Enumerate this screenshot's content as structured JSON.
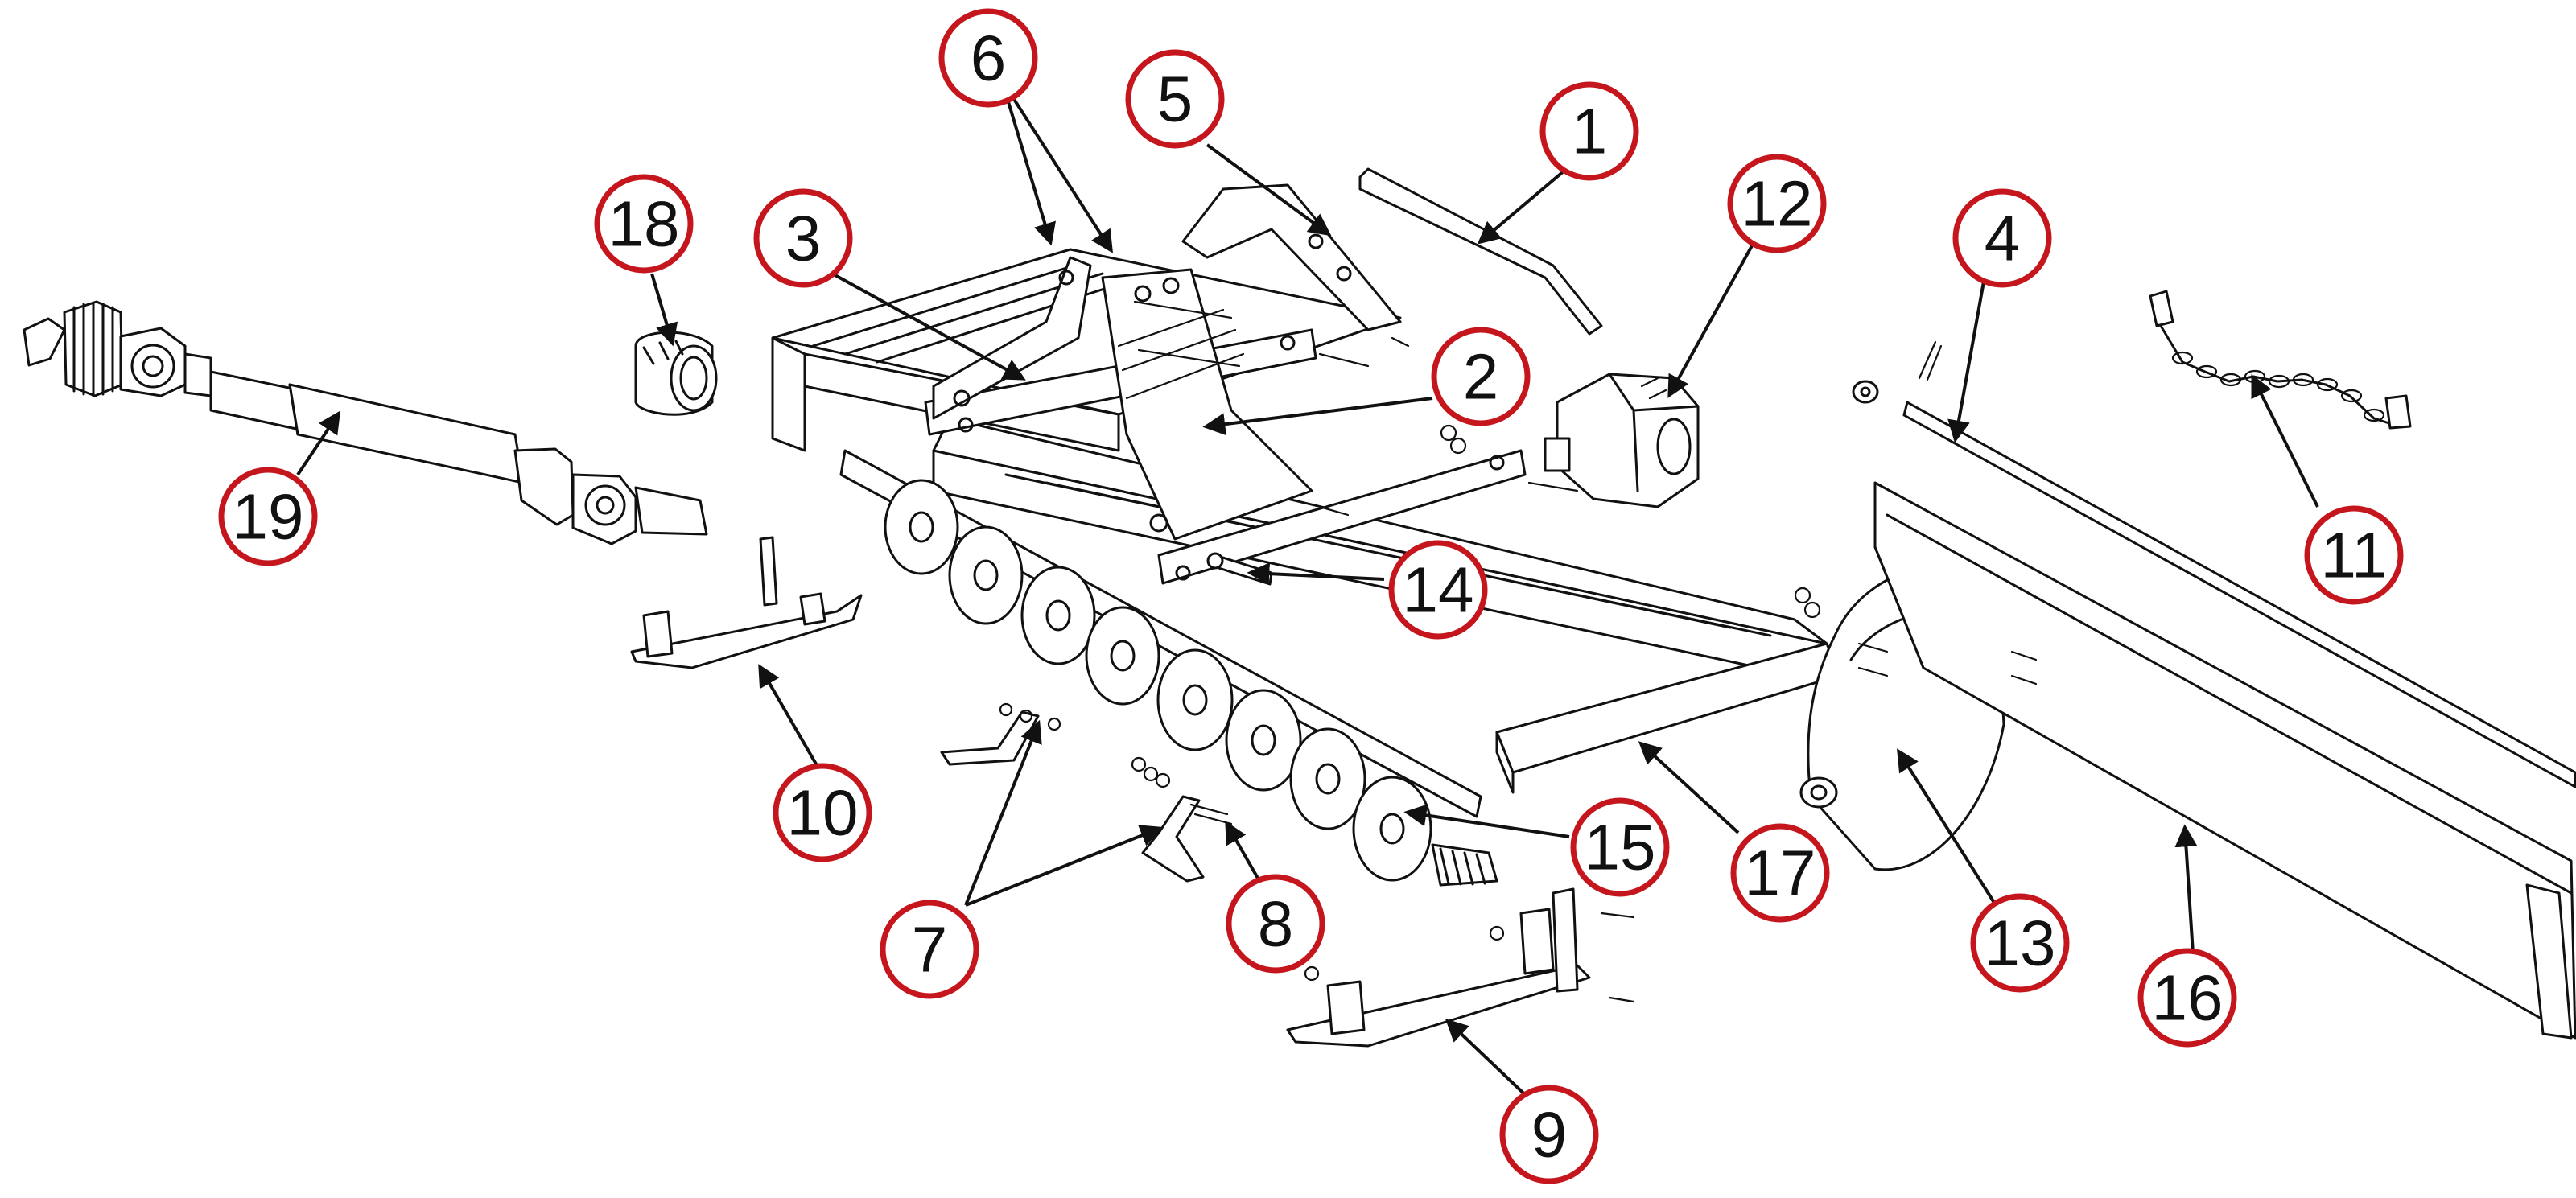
{
  "diagram": {
    "accent_color": "#c4161c",
    "line_color": "#111111",
    "background": "#ffffff",
    "callouts": [
      {
        "id": "1",
        "label": "1"
      },
      {
        "id": "2",
        "label": "2"
      },
      {
        "id": "3",
        "label": "3"
      },
      {
        "id": "4",
        "label": "4"
      },
      {
        "id": "5",
        "label": "5"
      },
      {
        "id": "6",
        "label": "6"
      },
      {
        "id": "7",
        "label": "7"
      },
      {
        "id": "8",
        "label": "8"
      },
      {
        "id": "9",
        "label": "9"
      },
      {
        "id": "10",
        "label": "10"
      },
      {
        "id": "11",
        "label": "11"
      },
      {
        "id": "12",
        "label": "12"
      },
      {
        "id": "13",
        "label": "13"
      },
      {
        "id": "14",
        "label": "14"
      },
      {
        "id": "15",
        "label": "15"
      },
      {
        "id": "16",
        "label": "16"
      },
      {
        "id": "17",
        "label": "17"
      },
      {
        "id": "18",
        "label": "18"
      },
      {
        "id": "19",
        "label": "19"
      }
    ]
  }
}
